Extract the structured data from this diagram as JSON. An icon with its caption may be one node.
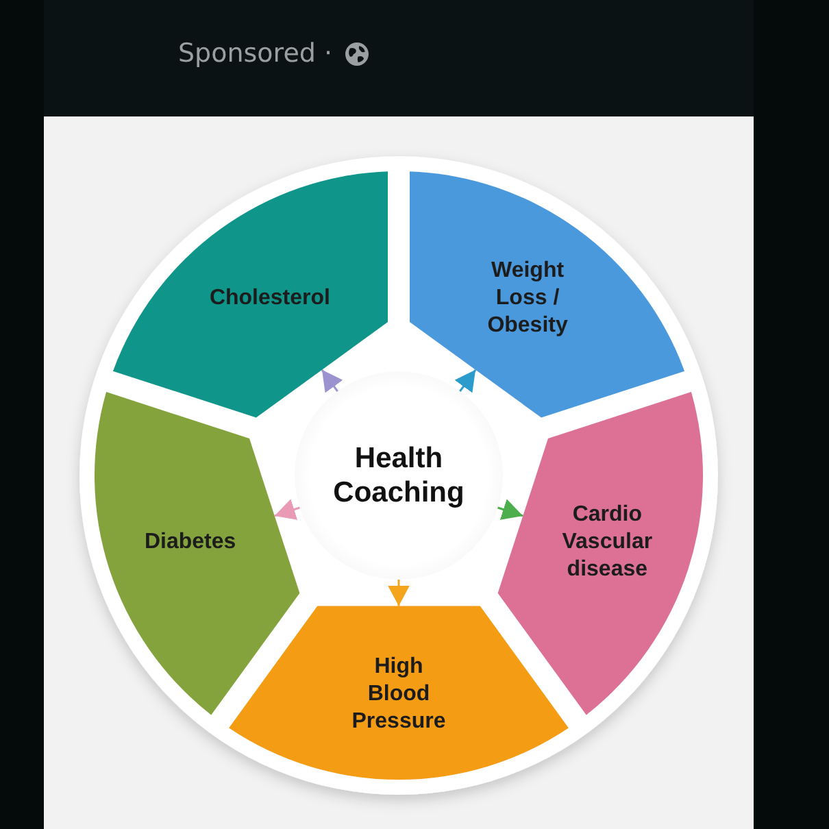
{
  "diagram": {
    "nodes": [
      {
        "text": [
          "Cholesterol"
        ]
      },
      {
        "text": [
          "Weight Loss / Obesity"
        ]
      },
      {
        "text": [
          "Health Coaching"
        ]
      },
      {
        "text": [
          "Diabetes"
        ]
      },
      {
        "text": [
          "Cardio Vascular disease"
        ]
      },
      {
        "text": [
          "High Blood Pressure"
        ]
      }
    ],
    "edges": [
      {
        "from": 2,
        "to": 0,
        "arrow": "to",
        "color": "#9a93cf"
      },
      {
        "from": 2,
        "to": 1,
        "arrow": "to",
        "color": "#2b9ccc"
      },
      {
        "from": 2,
        "to": 4,
        "arrow": "to",
        "color": "#4cae4c"
      },
      {
        "from": 2,
        "to": 5,
        "arrow": "to",
        "color": "#f4a51c"
      },
      {
        "from": 2,
        "to": 3,
        "arrow": "to",
        "color": "#e99ab4"
      }
    ],
    "labels": [
      "Sponsored ·"
    ]
  }
}
